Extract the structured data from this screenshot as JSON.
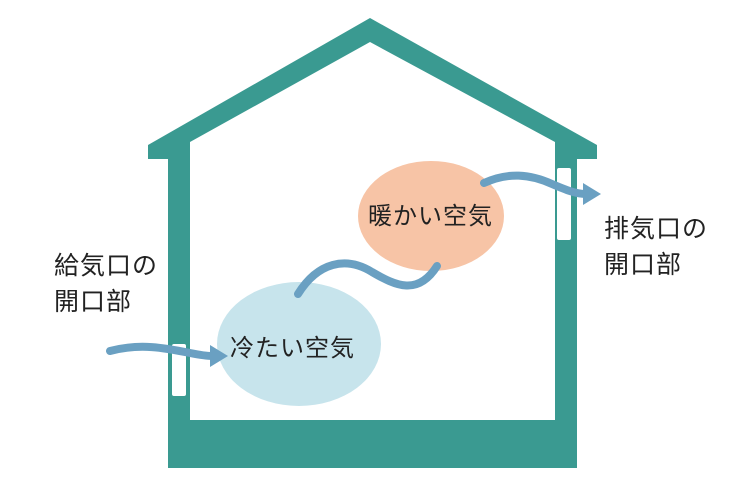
{
  "colors": {
    "house": "#3a9a91",
    "arrow": "#6aa0c2",
    "cold_air": "#c7e4ec",
    "warm_air": "#f7c4a6",
    "vent": "#ffffff"
  },
  "labels": {
    "intake_line1": "給気口の",
    "intake_line2": "開口部",
    "exhaust_line1": "排気口の",
    "exhaust_line2": "開口部",
    "cold_air": "冷たい空気",
    "warm_air": "暖かい空気"
  }
}
